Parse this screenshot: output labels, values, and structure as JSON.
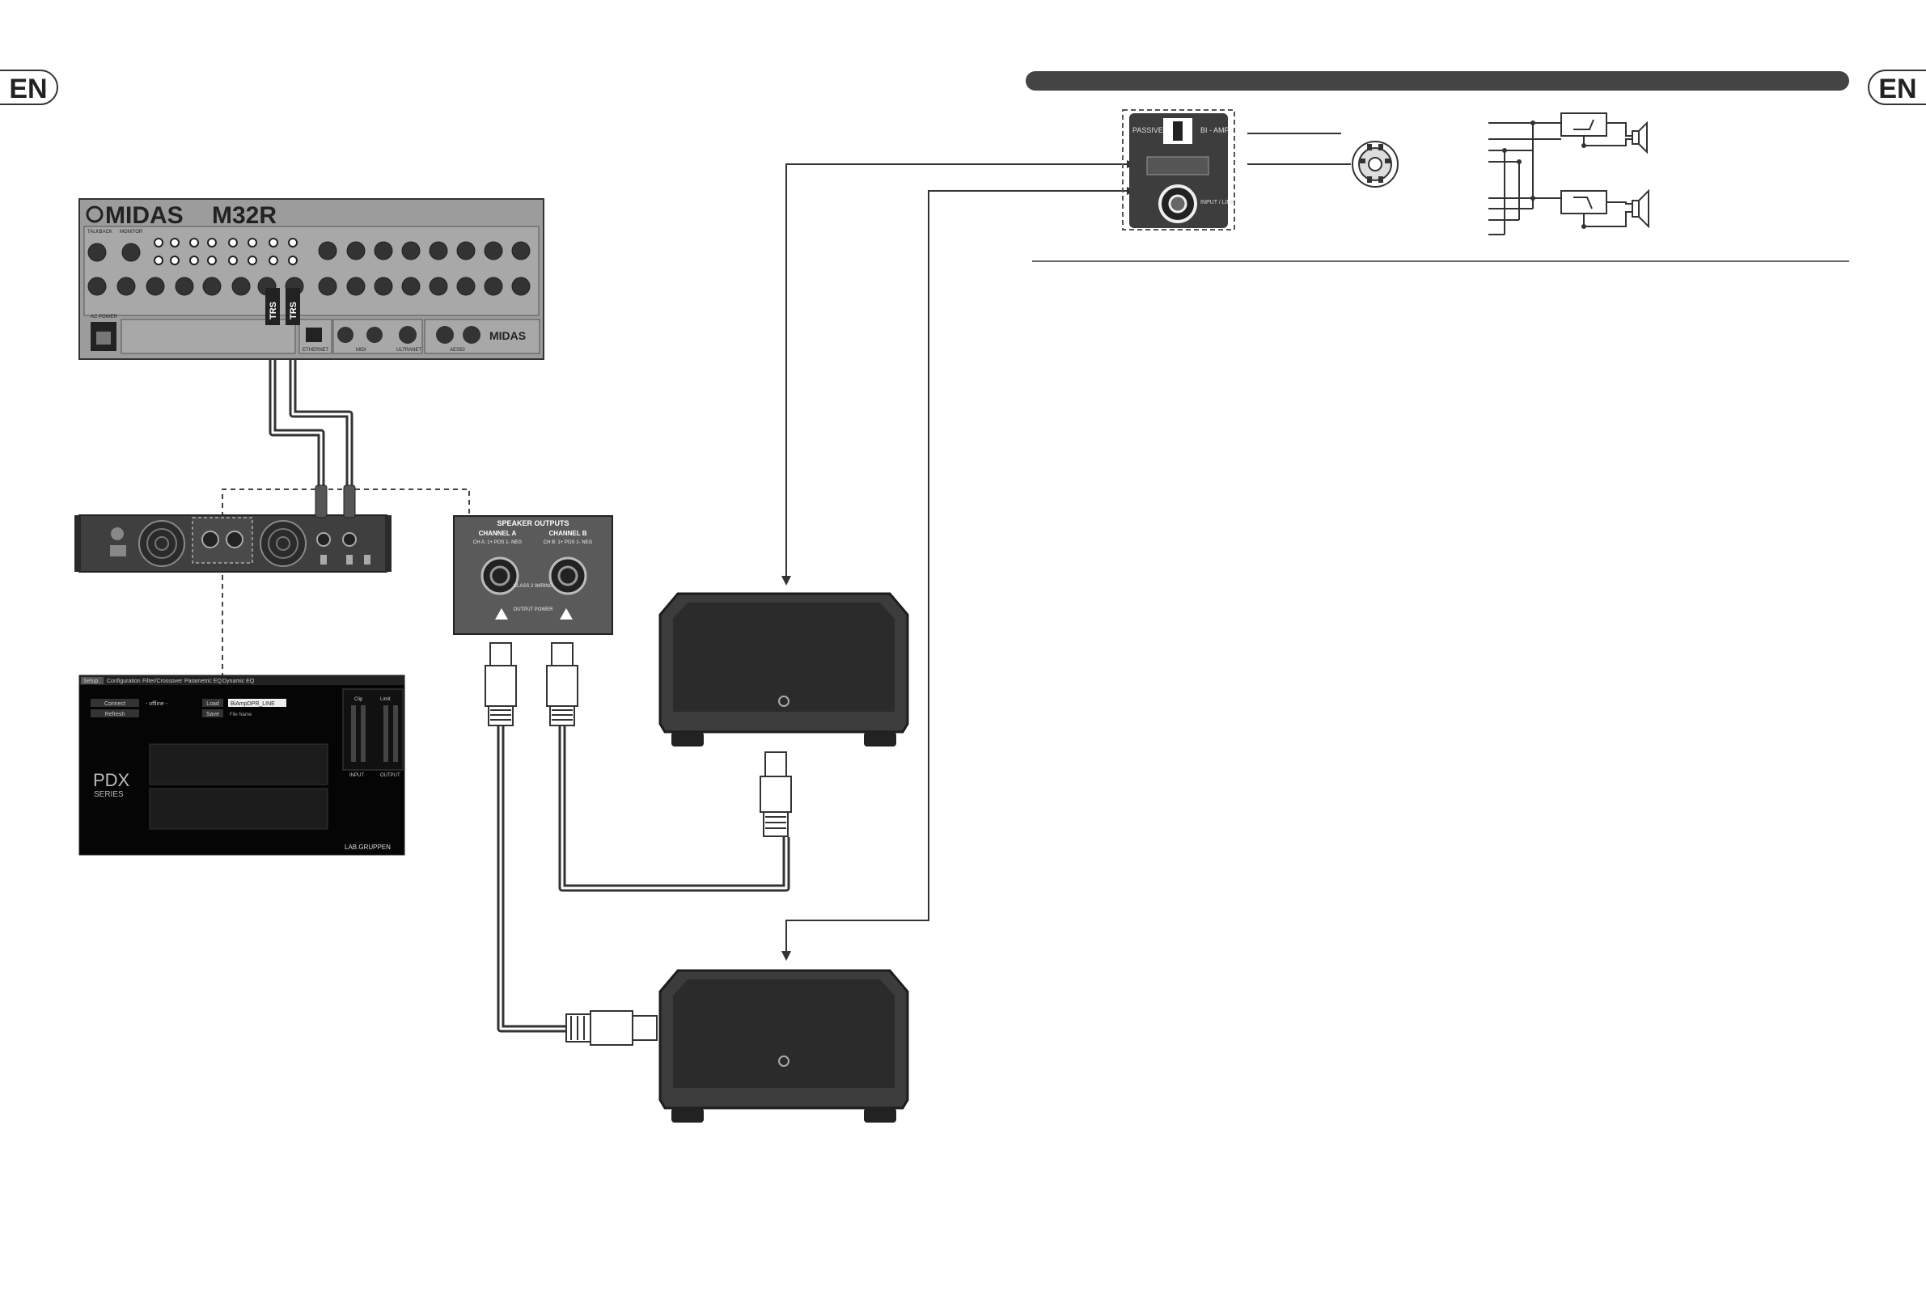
{
  "lang_tag": "EN",
  "mixer": {
    "brand": "MIDAS",
    "model": "M32R",
    "tag_left": "TRS",
    "tag_right": "TRS",
    "section_labels": [
      "TALKBACK",
      "MONITOR",
      "AES50",
      "ETHERNET",
      "MIDI",
      "ULTRANET",
      "AC POWER"
    ]
  },
  "amp_panel": {
    "title": "SPEAKER OUTPUTS",
    "channel_a": "CHANNEL A",
    "channel_b": "CHANNEL B",
    "pin_a": "CH A: 1+ POS 1- NEG",
    "pin_b": "CH B: 1+ POS 1- NEG",
    "class": "CLASS 2 WIRING",
    "output_power": "OUTPUT POWER"
  },
  "software": {
    "tabs": [
      "Setup",
      "Configuration",
      "Filter/Crossover",
      "Parametric EQ",
      "Dynamic EQ"
    ],
    "connect_btn": "Connect",
    "refresh_btn": "Refresh",
    "status": "- offline -",
    "load_btn": "Load",
    "save_btn": "Save",
    "file_value": "BiAmpDPR_LINE",
    "file_label": "File Name",
    "meter_labels": [
      "Clip",
      "Limit"
    ],
    "meter_footer": [
      "INPUT",
      "OUTPUT"
    ],
    "product_line1": "PDX",
    "product_line2": "SERIES",
    "vendor": "LAB.GRUPPEN"
  },
  "speaker_panel": {
    "passive": "PASSIVE",
    "biamp": "BI - AMP",
    "input_link": "INPUT / LINK"
  },
  "colors": {
    "panel_dark": "#3a3a3a",
    "panel_grey": "#9a9a9a",
    "cable": "#333333",
    "bar": "#444444"
  }
}
